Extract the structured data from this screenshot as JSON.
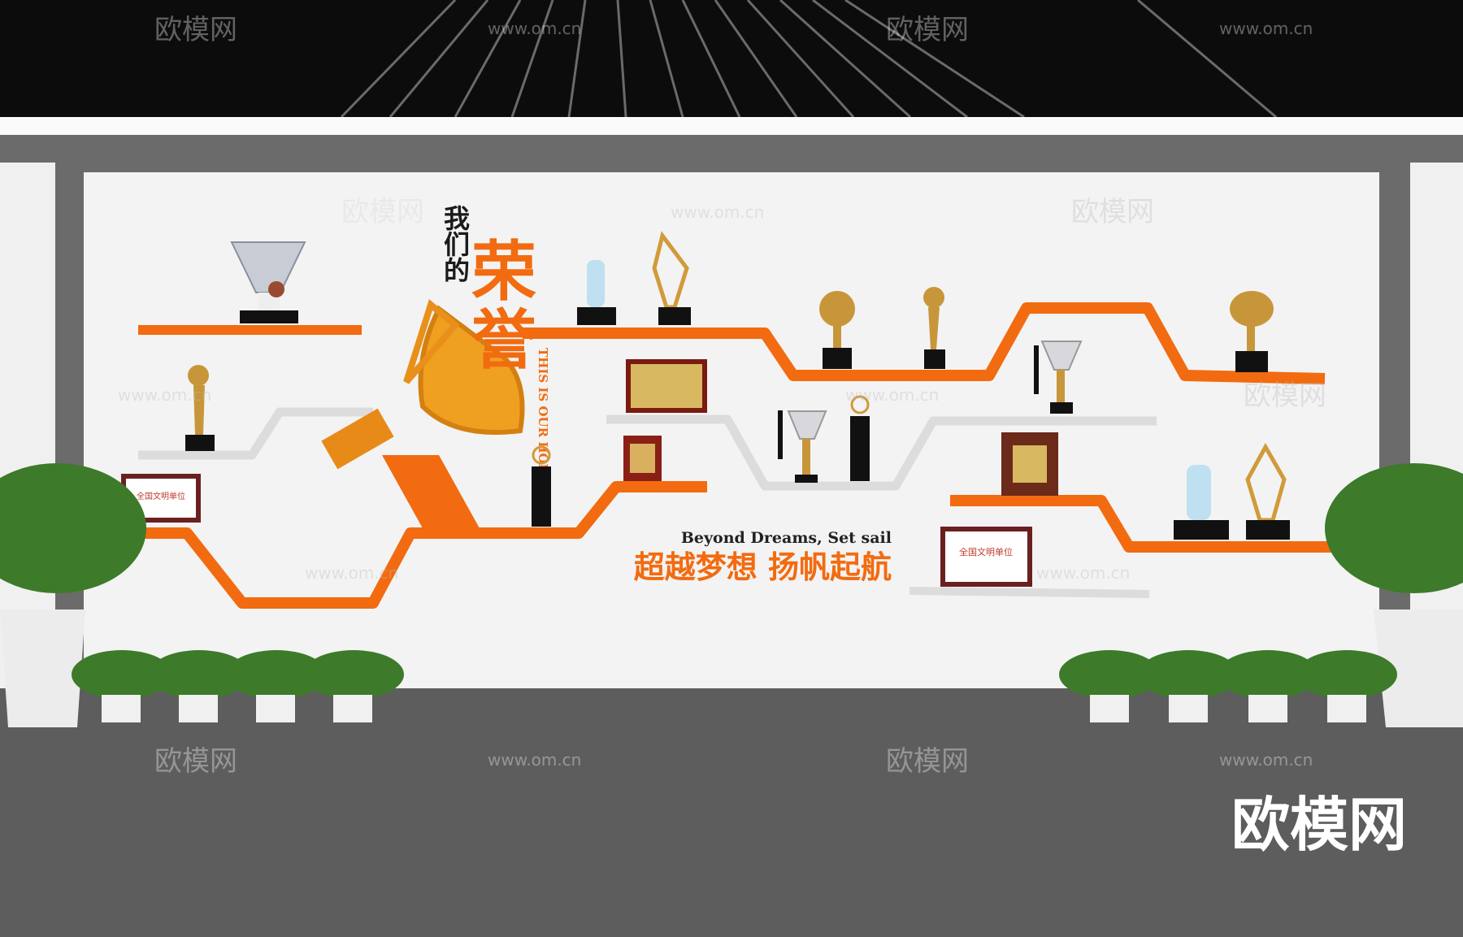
{
  "wall": {
    "title_small": "我们的",
    "title_big_1": "荣",
    "title_big_2": "誉",
    "title_english": "THIS IS OUR HONOR.",
    "slogan_english": "Beyond Dreams, Set sail",
    "slogan_chinese": "超越梦想 扬帆起航",
    "certificate_text": "全国文明单位"
  },
  "watermark": {
    "brand": "欧模网",
    "url": "www.om.cn"
  },
  "colors": {
    "shelf_orange": "#f26b10",
    "shelf_white": "#e8e8e8",
    "wall": "#f3f3f3",
    "ceiling": "#0c0c0c",
    "floor": "#5d5d5d",
    "trophy_gold": "#d19a3a",
    "plant_green": "#3d7a2a"
  }
}
